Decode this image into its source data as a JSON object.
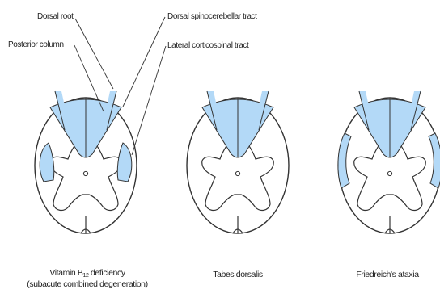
{
  "labels": {
    "dorsal_root": "Dorsal root",
    "posterior_column": "Posterior column",
    "dorsal_spinocerebellar_tract": "Dorsal spinocerebellar tract",
    "lateral_corticospinal_tract": "Lateral corticospinal tract"
  },
  "captions": {
    "b12_main": "Vitamin B",
    "b12_sub": "12",
    "b12_tail": " deficiency",
    "b12_line2": "(subacute combined degeneration)",
    "tabes": "Tabes dorsalis",
    "friedreich": "Friedreich's ataxia"
  },
  "colors": {
    "lesion_fill": "#b3d9f7",
    "outline": "#333333",
    "text": "#222222"
  }
}
